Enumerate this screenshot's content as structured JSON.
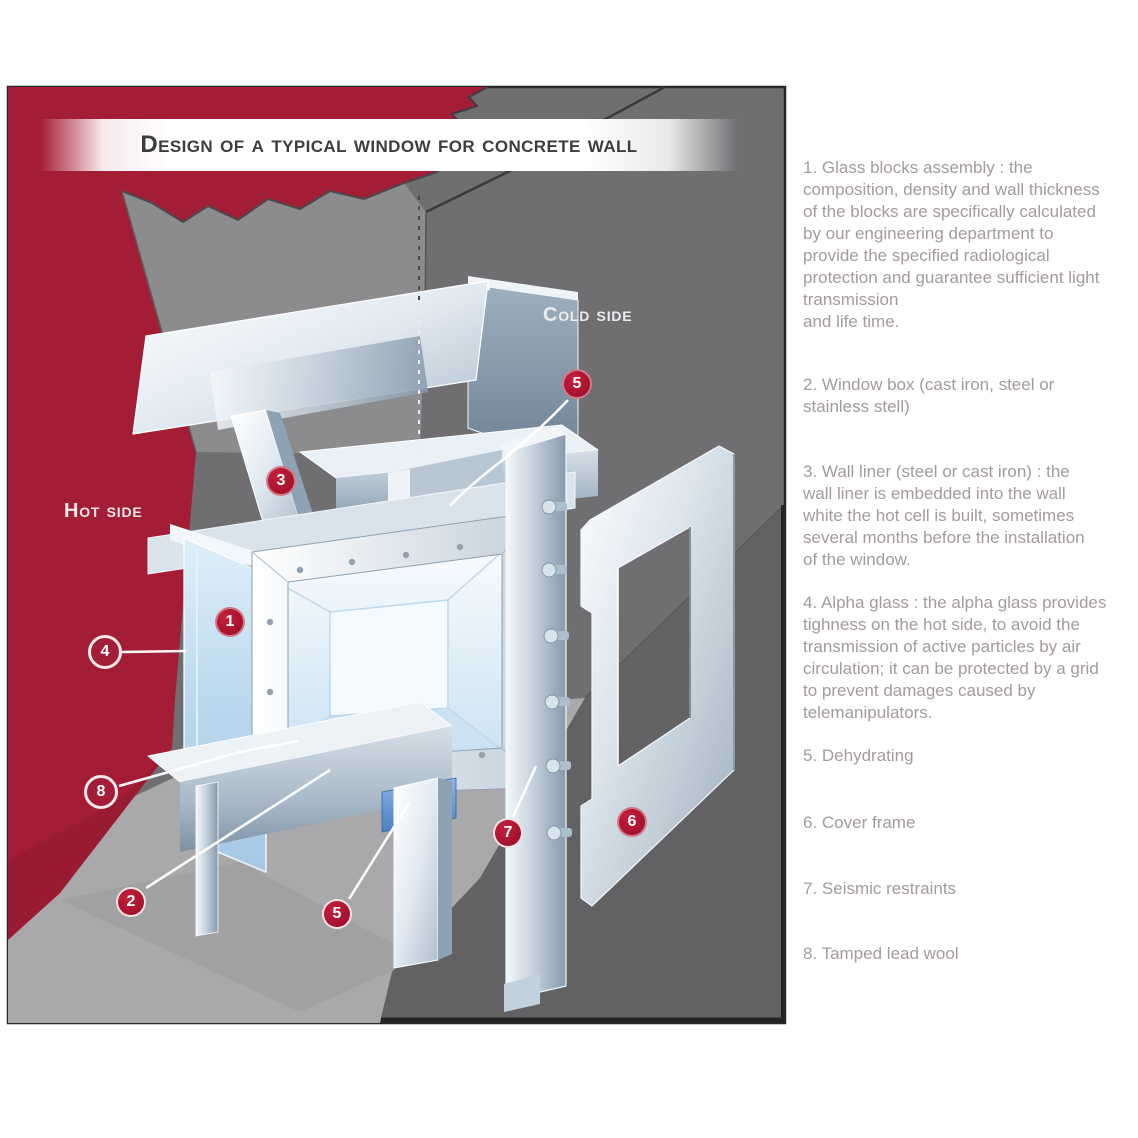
{
  "title": "Design of a typical window for concrete wall",
  "diagram": {
    "hot_side_label": "Hot side",
    "cold_side_label": "Cold side",
    "markers": {
      "m1": {
        "label": "1"
      },
      "m2": {
        "label": "2"
      },
      "m3": {
        "label": "3"
      },
      "m4": {
        "label": "4"
      },
      "m5_top": {
        "label": "5"
      },
      "m5_bottom": {
        "label": "5"
      },
      "m6": {
        "label": "6"
      },
      "m7": {
        "label": "7"
      },
      "m8": {
        "label": "8"
      }
    }
  },
  "legend": {
    "items": [
      {
        "num": "1",
        "text": "1. Glass blocks assembly : the\ncomposition, density and wall thickness\nof the blocks are specifically calculated\nby our engineering department to\nprovide the specified radiological\nprotection and guarantee sufficient light\n transmission\nand life time."
      },
      {
        "num": "2",
        "text": "2. Window box (cast iron, steel or\nstainless stell)"
      },
      {
        "num": "3",
        "text": "3. Wall liner (steel or cast iron) : the\n wall liner is embedded into the wall\nwhite the hot cell is built, sometimes\n several months before the installation\nof the window."
      },
      {
        "num": "4",
        "text": "4. Alpha glass : the alpha glass provides\n tighness on the hot side, to avoid the\n transmission of active particles by air\ncirculation; it can be protected by a grid\nto prevent damages caused by\ntelemanipulators."
      },
      {
        "num": "5",
        "text": "5. Dehydrating"
      },
      {
        "num": "6",
        "text": "6. Cover frame"
      },
      {
        "num": "7",
        "text": "7. Seismic restraints"
      },
      {
        "num": "8",
        "text": "8. Tamped lead wool"
      }
    ]
  },
  "colors": {
    "hot_wall_red": "#A31D36",
    "marker_red": "#B31530",
    "concrete_gray": "#8C8C8E",
    "background_gray": "#6F6F72",
    "floor_gray": "#A9A9AB",
    "shadow_gray": "#626264",
    "legend_text": "#A39AA1",
    "steel_blue": "#C6D2DD",
    "glass_blue": "#BBD8EE",
    "dehydrating_blue": "#5D8FD2"
  }
}
